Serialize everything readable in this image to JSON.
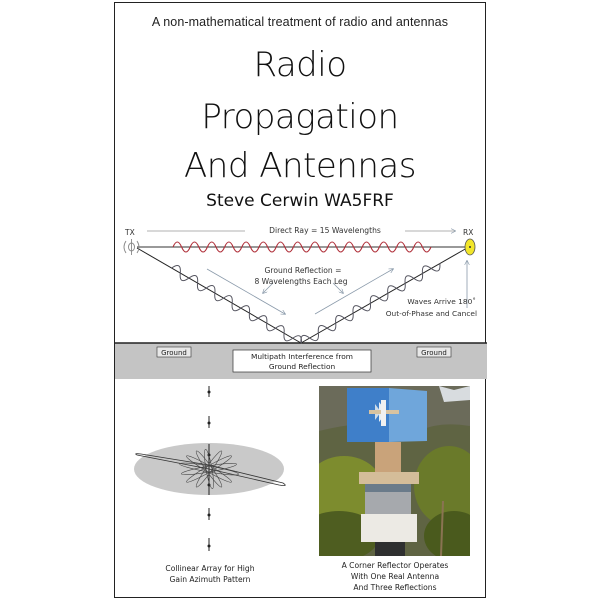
{
  "cover": {
    "tagline": "A non-mathematical treatment of radio and antennas",
    "title_lines": [
      "Radio",
      "Propagation",
      "And Antennas"
    ],
    "author": "Steve Cerwin WA5FRF"
  },
  "propagation_diagram": {
    "tx_label": "TX",
    "rx_label": "RX",
    "direct_ray_label": "Direct Ray = 15 Wavelengths",
    "ground_reflection_label_line1": "Ground Reflection =",
    "ground_reflection_label_line2": "8 Wavelengths Each Leg",
    "cancel_label_line1": "Waves Arrive 180˚",
    "cancel_label_line2": "Out-of-Phase and Cancel",
    "ground_left": "Ground",
    "ground_right": "Ground",
    "multipath_line1": "Multipath Interference from",
    "multipath_line2": "Ground Reflection",
    "colors": {
      "direct_wave": "#b0303a",
      "reflected_wave": "#555560",
      "rx_fill": "#f2e62a",
      "ground_band": "#c4c4c4"
    }
  },
  "collinear_figure": {
    "caption_line1": "Collinear Array for High",
    "caption_line2": "Gain Azimuth Pattern"
  },
  "photo_figure": {
    "caption_line1": "A Corner Reflector Operates",
    "caption_line2": "With One Real Antenna",
    "caption_line3": "And Three Reflections"
  }
}
